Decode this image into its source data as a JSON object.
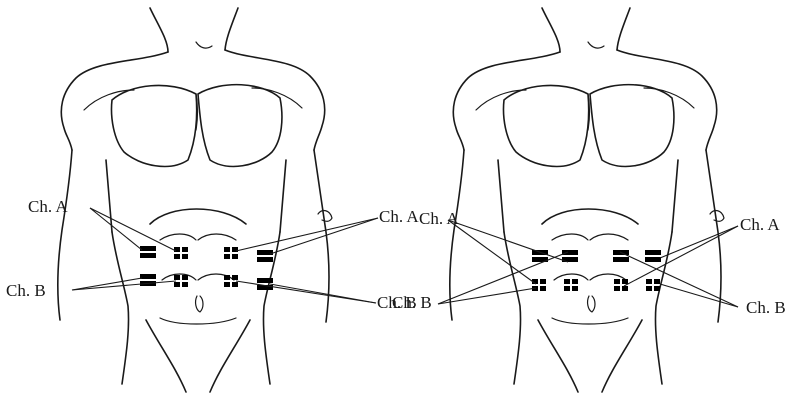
{
  "figure": {
    "panels": [
      {
        "id": "left",
        "labels": {
          "left_a": "Ch. A",
          "left_b": "Ch. B",
          "right_a": "Ch. A",
          "right_b": "Ch. B"
        }
      },
      {
        "id": "right",
        "labels": {
          "left_a": "Ch. A",
          "left_b": "Ch. B",
          "right_a": "Ch. A",
          "right_b": "Ch. B"
        }
      }
    ],
    "colors": {
      "line": "#1a1a1a",
      "electrode": "#000000",
      "background": "#ffffff"
    }
  }
}
